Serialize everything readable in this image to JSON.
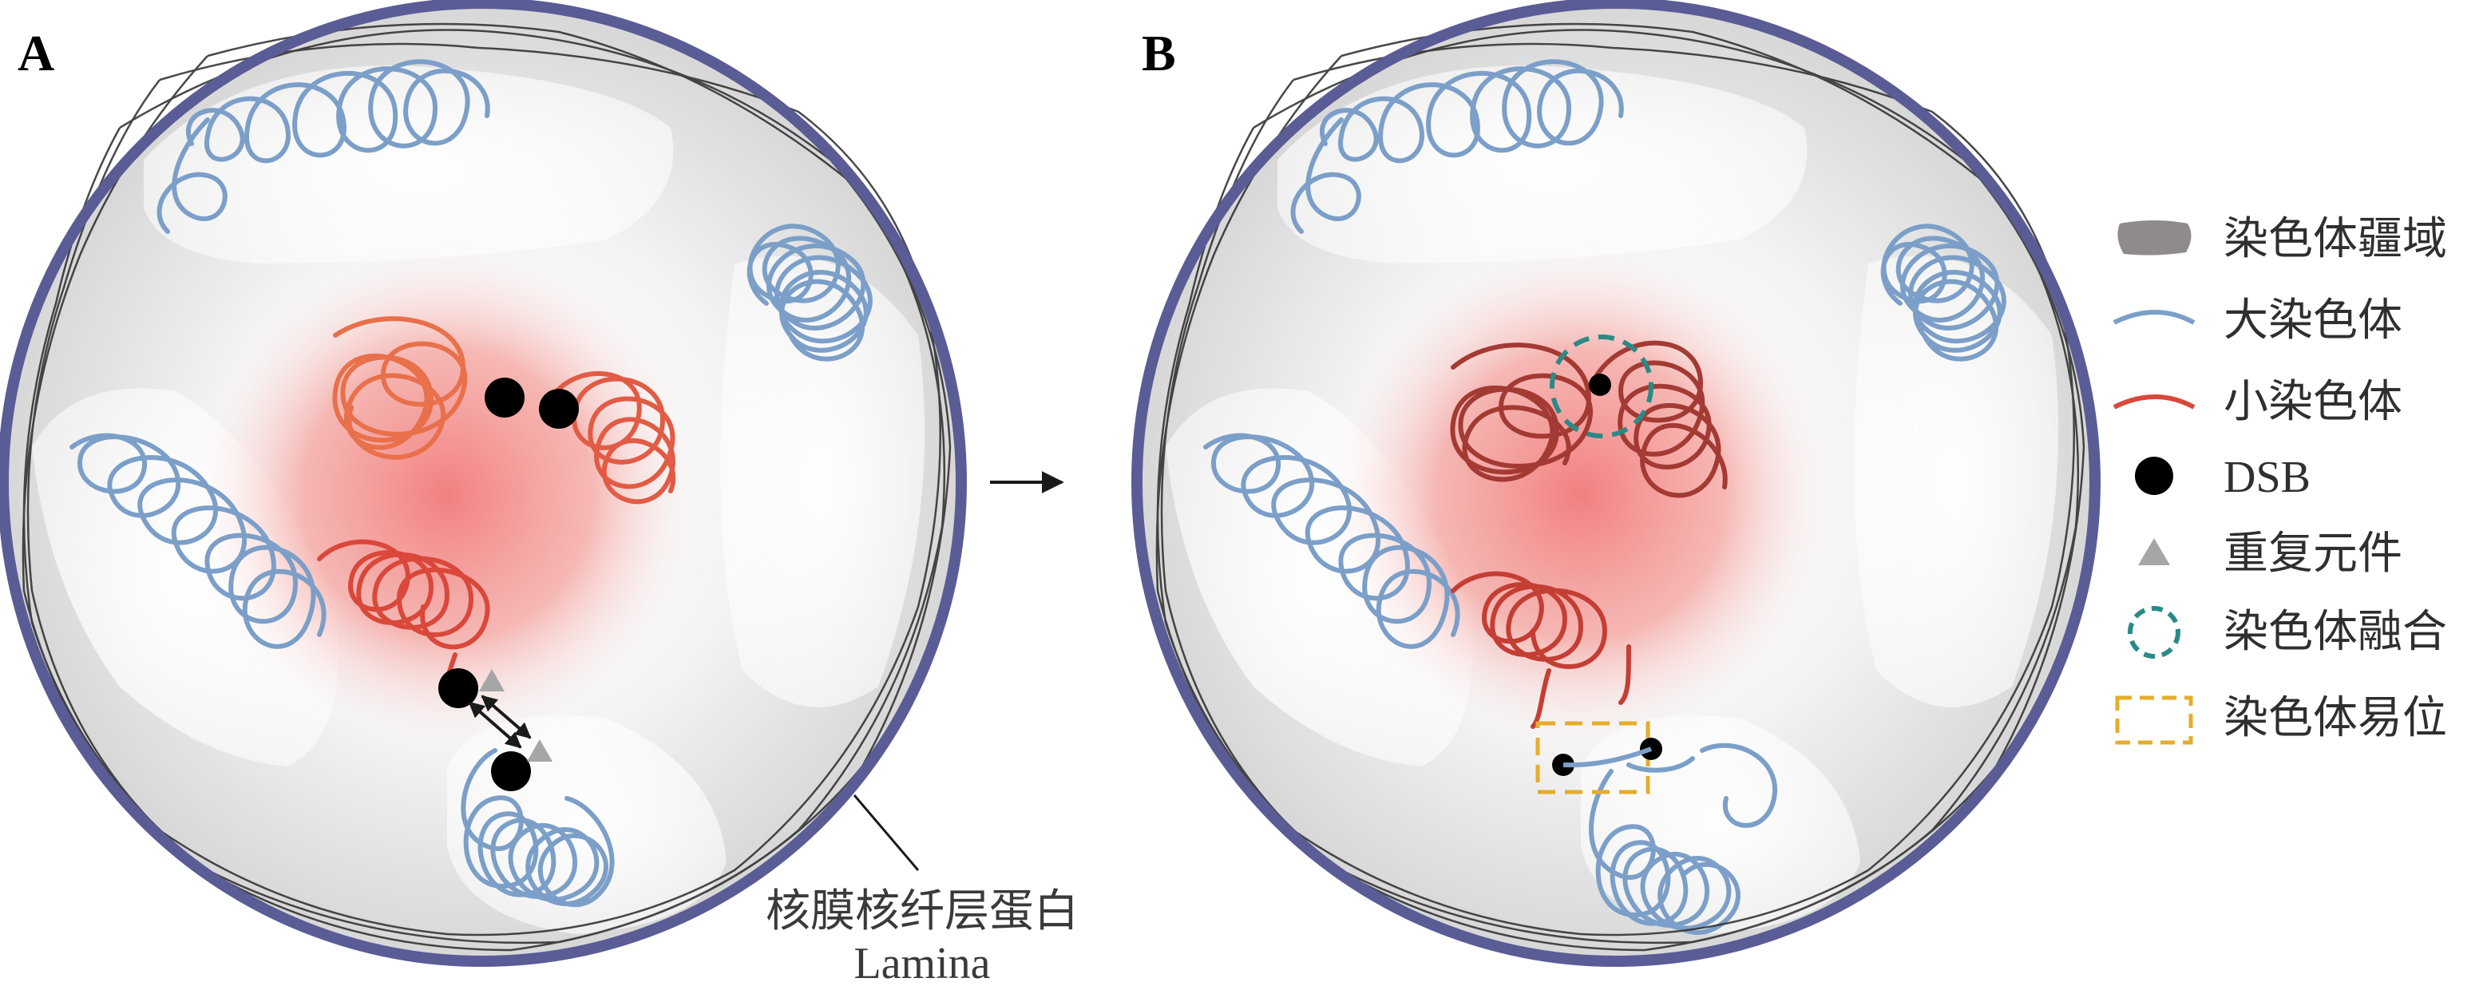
{
  "panels": [
    {
      "label": "A"
    },
    {
      "label": "B"
    }
  ],
  "annotation": {
    "lamina_cn": "核膜核纤层蛋白",
    "lamina_en": "Lamina"
  },
  "legend": [
    {
      "icon": "chromosome-territory-icon",
      "label": "染色体疆域"
    },
    {
      "icon": "large-chromosome-line-icon",
      "label": "大染色体"
    },
    {
      "icon": "small-chromosome-line-icon",
      "label": "小染色体"
    },
    {
      "icon": "dsb-dot-icon",
      "label": "DSB"
    },
    {
      "icon": "repeat-element-triangle-icon",
      "label": "重复元件"
    },
    {
      "icon": "fusion-dashed-circle-icon",
      "label": "染色体融合"
    },
    {
      "icon": "translocation-dashed-box-icon",
      "label": "染色体易位"
    }
  ],
  "colors": {
    "nuclear_envelope": "#5a5c96",
    "lamina_fibers": "#2a2a2a",
    "large_chromosome": "#7b9fc8",
    "small_chromosome_a": "#e8704a",
    "small_chromosome_a2": "#d9483a",
    "small_chromosome_b": "#a33a33",
    "nucleolus_center": "#f06a6a",
    "territory_fill": "#8f8b8b",
    "dsb": "#000000",
    "repeat_element": "#a6a6a6",
    "fusion_circle": "#2a8a87",
    "translocation_box": "#e5ad2b"
  }
}
